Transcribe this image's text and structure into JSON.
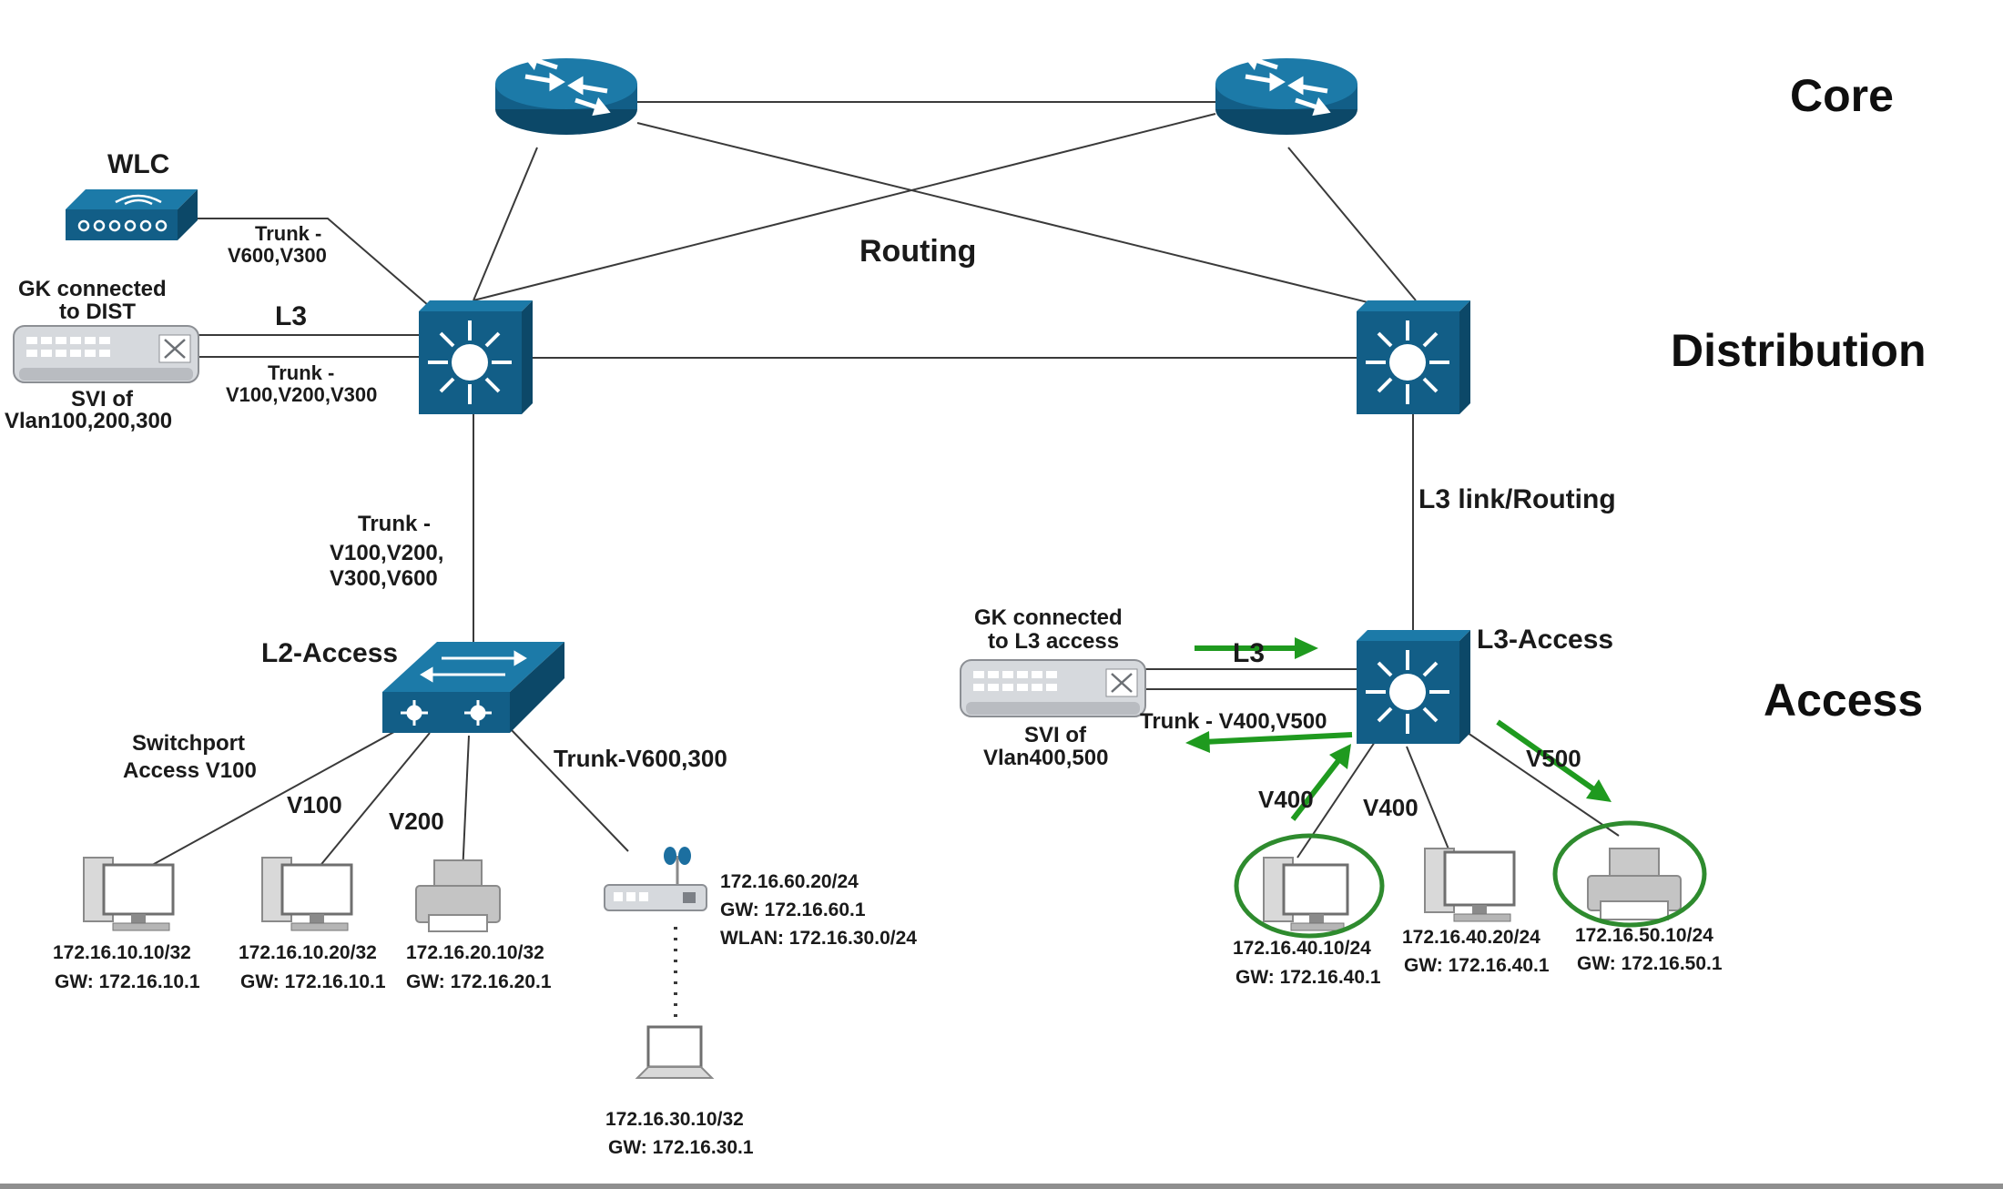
{
  "layers": {
    "core": "Core",
    "distribution": "Distribution",
    "access": "Access"
  },
  "center": {
    "routing": "Routing"
  },
  "left": {
    "wlc": "WLC",
    "wlc_trunk_1": "Trunk -",
    "wlc_trunk_2": "V600,V300",
    "gk_1": "GK connected",
    "gk_2": "to DIST",
    "l3": "L3",
    "gk_trunk_1": "Trunk -",
    "gk_trunk_2": "V100,V200,V300",
    "svi_1": "SVI of",
    "svi_2": "Vlan100,200,300",
    "uplink_1": "Trunk -",
    "uplink_2": "V100,V200,",
    "uplink_3": "V300,V600",
    "access_switch": "L2-Access",
    "sw_access_1": "Switchport",
    "sw_access_2": "Access V100",
    "v100": "V100",
    "v200": "V200",
    "trunk_ap": "Trunk-V600,300",
    "hosts": [
      {
        "ip": "172.16.10.10/32",
        "gw": "GW: 172.16.10.1"
      },
      {
        "ip": "172.16.10.20/32",
        "gw": "GW: 172.16.10.1"
      },
      {
        "ip": "172.16.20.10/32",
        "gw": "GW: 172.16.20.1"
      }
    ],
    "ap": {
      "ip": "172.16.60.20/24",
      "gw": "GW: 172.16.60.1",
      "wlan": "WLAN: 172.16.30.0/24"
    },
    "laptop": {
      "ip": "172.16.30.10/32",
      "gw": "GW: 172.16.30.1"
    }
  },
  "right": {
    "l3_link": "L3 link/Routing",
    "access_switch": "L3-Access",
    "gk_1": "GK connected",
    "gk_2": "to L3 access",
    "l3": "L3",
    "trunk": "Trunk - V400,V500",
    "svi_1": "SVI of",
    "svi_2": "Vlan400,500",
    "v400_a": "V400",
    "v400_b": "V400",
    "v500": "V500",
    "hosts": [
      {
        "ip": "172.16.40.10/24",
        "gw": "GW: 172.16.40.1"
      },
      {
        "ip": "172.16.40.20/24",
        "gw": "GW: 172.16.40.1"
      },
      {
        "ip": "172.16.50.10/24",
        "gw": "GW: 172.16.50.1"
      }
    ]
  },
  "colors": {
    "device_blue": "#125e87",
    "highlight_green": "#2e8b2e",
    "line": "#3a3a3a"
  }
}
